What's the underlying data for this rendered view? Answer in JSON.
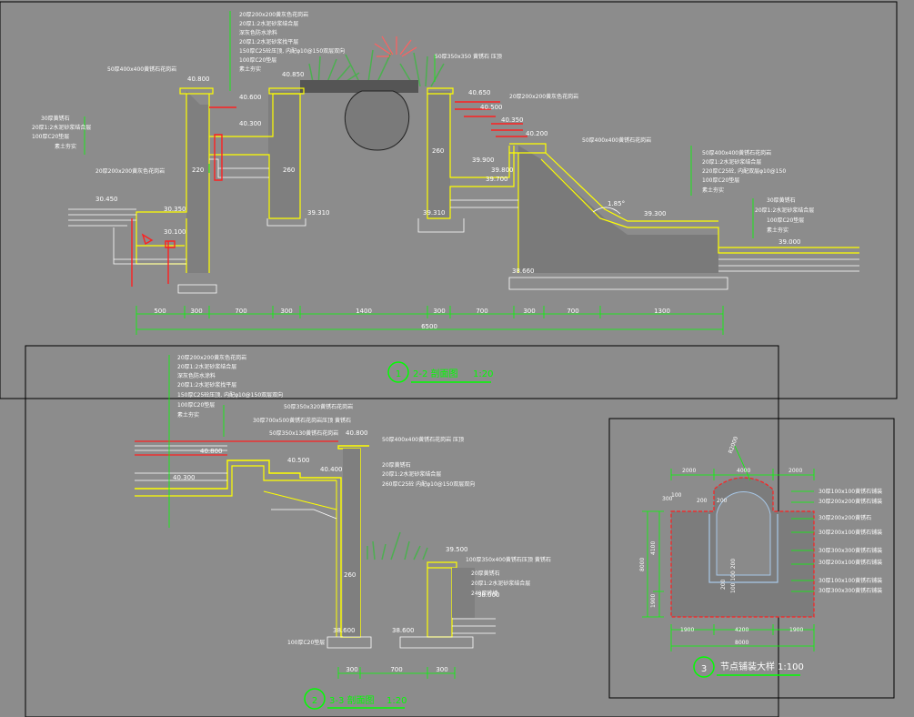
{
  "colors": {
    "background": "#8c8c8c",
    "outline": "#ffff00",
    "dimension": "#00ff00",
    "annotation": "#ffffff",
    "accent": "#ff0000",
    "text": "#ffffff"
  },
  "section1": {
    "number": "1",
    "title": "2-2 剖面图",
    "scale": "1:20",
    "notes_top": [
      "20厚200x200黄灰色花岗岩",
      "20厚1:2水泥砂浆结合层",
      "深灰色防水涂料",
      "20厚1:2水泥砂浆找平层",
      "150厚C25砼压顶, 内配φ10@150双层双向",
      "100厚C20垫层",
      "素土夯实"
    ],
    "note_left_coping": "50厚400x400黄锈石花岗岩",
    "note_right_coping": "50厚350x350 黄锈石 压顶",
    "notes_left_edge": [
      "30厚黄锈石",
      "20厚1:2水泥砂浆结合层",
      "100厚C20垫层",
      "素土夯实"
    ],
    "note_step": "20厚200x200黄灰色花岗岩",
    "note_pave_right": "20厚200x200黄灰色花岗岩",
    "note_coping_right": "50厚400x400黄锈石花岗岩",
    "notes_right_slope": [
      "50厚400x400黄锈石花岗岩",
      "20厚1:2水泥砂浆结合层",
      "220厚C25砼, 内配双层φ10@150",
      "100厚C20垫层",
      "素土夯实"
    ],
    "notes_far_right": [
      "30厚黄锈石",
      "20厚1:2水泥砂浆结合层",
      "100厚C20垫层",
      "素土夯实"
    ],
    "elevations": [
      "40.800",
      "40.850",
      "40.600",
      "40.300",
      "30.450",
      "30.350",
      "30.100",
      "39.310",
      "40.650",
      "40.500",
      "40.350",
      "40.200",
      "39.900",
      "39.800",
      "39.700",
      "39.310",
      "39.300",
      "39.000",
      "38.660"
    ],
    "wall_labels": [
      "220",
      "260",
      "260"
    ],
    "slope": "1.85°",
    "dims": [
      "500",
      "300",
      "700",
      "300",
      "1400",
      "300",
      "700",
      "300",
      "700",
      "1300"
    ],
    "total": "6500"
  },
  "section2": {
    "number": "2",
    "title": "3-3 剖面图",
    "scale": "1:20",
    "notes_top": [
      "20厚200x200黄灰色花岗岩",
      "20厚1:2水泥砂浆结合层",
      "深灰色防水涂料",
      "20厚1:2水泥砂浆找平层",
      "150厚C25砼压顶, 内配φ10@150双层双向",
      "100厚C20垫层",
      "素土夯实"
    ],
    "note_a": "50厚350x320黄锈石花岗岩",
    "note_b": "30厚700x500黄锈石花岗岩压顶 黄锈石",
    "note_c": "50厚350x130黄锈石花岗岩",
    "note_coping": "50厚400x400黄锈石花岗岩 压顶",
    "notes_wall": [
      "20厚黄锈石",
      "20厚1:2水泥砂浆结合层",
      "260厚C25砼 内配φ10@150双层双向"
    ],
    "note_right_coping": "100厚350x400黄锈石压顶 黄锈石",
    "notes_right": [
      "20厚黄锈石",
      "20厚1:2水泥砂浆结合层",
      "240厚砖墙"
    ],
    "note_base": "100厚C20垫层",
    "elevations": [
      "40.800",
      "40.800",
      "40.500",
      "40.300",
      "40.400",
      "39.500",
      "38.000",
      "38.600",
      "38.600"
    ],
    "wall_label": "260",
    "dims": [
      "300",
      "700",
      "300"
    ]
  },
  "section3": {
    "number": "3",
    "title": "节点铺装大样",
    "scale": "1:100",
    "top_dims": [
      "2000",
      "4000",
      "2000"
    ],
    "radius": "R2000",
    "left_labels": [
      "300",
      "100",
      "200",
      "200"
    ],
    "vert_dims": [
      "8000",
      "4100",
      "1900"
    ],
    "inner_labels": [
      "200",
      "100 100 200"
    ],
    "bottom_dims": [
      "1900",
      "4200",
      "1900"
    ],
    "total": "8000",
    "notes": [
      "30厚100x100黄锈石铺装",
      "30厚200x200黄锈石铺装",
      "30厚200x200黄锈石",
      "30厚200x100黄锈石铺装",
      "30厚300x300黄锈石铺装",
      "30厚200x100黄锈石铺装",
      "30厚100x100黄锈石铺装",
      "30厚300x300黄锈石铺装"
    ]
  }
}
